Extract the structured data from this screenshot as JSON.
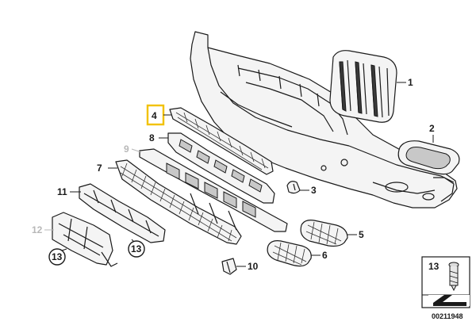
{
  "diagram": {
    "callouts": {
      "c1": "1",
      "c2": "2",
      "c3": "3",
      "c4": "4",
      "c5": "5",
      "c6": "6",
      "c7": "7",
      "c8": "8",
      "c9": "9",
      "c10": "10",
      "c11": "11",
      "c12": "12",
      "c13a": "13",
      "c13b": "13"
    },
    "highlighted_callout": "4",
    "muted_callouts": [
      "9",
      "12"
    ],
    "highlight_color": "#f2c200",
    "inset": {
      "callout": "13",
      "diagram_number": "00211948"
    }
  }
}
